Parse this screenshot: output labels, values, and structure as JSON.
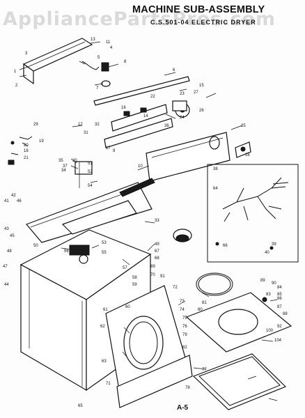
{
  "header": {
    "watermark": "AppliancePartsPros.com",
    "title": "MACHINE SUB-ASSEMBLY",
    "subtitle": "C.S.501-04  ELECTRIC DRYER"
  },
  "footer": {
    "page_label": "A-5"
  },
  "callouts": [
    {
      "id": "c1",
      "label": "1"
    },
    {
      "id": "c2",
      "label": "2"
    },
    {
      "id": "c3",
      "label": "3"
    },
    {
      "id": "c4",
      "label": "4"
    },
    {
      "id": "c5",
      "label": "5"
    },
    {
      "id": "c6",
      "label": "6"
    },
    {
      "id": "c7",
      "label": "7"
    },
    {
      "id": "c8",
      "label": "8"
    },
    {
      "id": "c9",
      "label": "9"
    },
    {
      "id": "c10",
      "label": "10"
    },
    {
      "id": "c11",
      "label": "11"
    },
    {
      "id": "c12",
      "label": "12"
    },
    {
      "id": "c13",
      "label": "13"
    },
    {
      "id": "c14",
      "label": "14"
    },
    {
      "id": "c15",
      "label": "15"
    },
    {
      "id": "c16",
      "label": "16"
    },
    {
      "id": "c17",
      "label": "17"
    },
    {
      "id": "c18",
      "label": "18"
    },
    {
      "id": "c19",
      "label": "19"
    },
    {
      "id": "c20",
      "label": "20"
    },
    {
      "id": "c21",
      "label": "21"
    },
    {
      "id": "c22",
      "label": "22"
    },
    {
      "id": "c23",
      "label": "23"
    },
    {
      "id": "c24",
      "label": "24"
    },
    {
      "id": "c25",
      "label": "25"
    },
    {
      "id": "c26",
      "label": "26"
    },
    {
      "id": "c27",
      "label": "27"
    },
    {
      "id": "c28",
      "label": "28"
    },
    {
      "id": "c29",
      "label": "29"
    },
    {
      "id": "c30",
      "label": "30"
    },
    {
      "id": "c31",
      "label": "31"
    },
    {
      "id": "c32",
      "label": "32"
    },
    {
      "id": "c33",
      "label": "33"
    },
    {
      "id": "c34",
      "label": "34"
    },
    {
      "id": "c35",
      "label": "35"
    },
    {
      "id": "c36",
      "label": "36"
    },
    {
      "id": "c37",
      "label": "37"
    },
    {
      "id": "c38",
      "label": "38"
    },
    {
      "id": "c39",
      "label": "39"
    },
    {
      "id": "c40",
      "label": "40"
    },
    {
      "id": "c41",
      "label": "41"
    },
    {
      "id": "c42",
      "label": "42"
    },
    {
      "id": "c43",
      "label": "43"
    },
    {
      "id": "c44",
      "label": "44"
    },
    {
      "id": "c45",
      "label": "45"
    },
    {
      "id": "c46",
      "label": "46"
    },
    {
      "id": "c47",
      "label": "47"
    },
    {
      "id": "c48",
      "label": "48"
    },
    {
      "id": "c49",
      "label": "49"
    },
    {
      "id": "c50",
      "label": "50"
    },
    {
      "id": "c51",
      "label": "51"
    },
    {
      "id": "c52",
      "label": "52"
    },
    {
      "id": "c53",
      "label": "53"
    },
    {
      "id": "c54",
      "label": "54"
    },
    {
      "id": "c55",
      "label": "55"
    },
    {
      "id": "c56",
      "label": "56"
    },
    {
      "id": "c57",
      "label": "57"
    },
    {
      "id": "c58",
      "label": "58"
    },
    {
      "id": "c59",
      "label": "59"
    },
    {
      "id": "c60",
      "label": "60"
    },
    {
      "id": "c61",
      "label": "61"
    },
    {
      "id": "c62",
      "label": "62"
    },
    {
      "id": "c63",
      "label": "63"
    },
    {
      "id": "c64",
      "label": "64"
    },
    {
      "id": "c65",
      "label": "65"
    },
    {
      "id": "c66",
      "label": "66"
    },
    {
      "id": "c67",
      "label": "67"
    },
    {
      "id": "c68",
      "label": "68"
    },
    {
      "id": "c69",
      "label": "69"
    },
    {
      "id": "c70",
      "label": "70"
    },
    {
      "id": "c71",
      "label": "71"
    },
    {
      "id": "c72",
      "label": "72"
    },
    {
      "id": "c73",
      "label": "73"
    },
    {
      "id": "c74",
      "label": "74"
    },
    {
      "id": "c75",
      "label": "75"
    },
    {
      "id": "c76",
      "label": "76"
    },
    {
      "id": "c77",
      "label": "77"
    },
    {
      "id": "c78",
      "label": "78"
    },
    {
      "id": "c79",
      "label": "79"
    },
    {
      "id": "c80",
      "label": "80"
    },
    {
      "id": "c81",
      "label": "81"
    },
    {
      "id": "c82",
      "label": "82"
    },
    {
      "id": "c83",
      "label": "83"
    },
    {
      "id": "c84",
      "label": "84"
    },
    {
      "id": "c85",
      "label": "85"
    },
    {
      "id": "c86",
      "label": "86"
    },
    {
      "id": "c87",
      "label": "87"
    },
    {
      "id": "c88",
      "label": "88"
    },
    {
      "id": "c89",
      "label": "89"
    },
    {
      "id": "c90",
      "label": "90"
    },
    {
      "id": "c91",
      "label": "91"
    },
    {
      "id": "c92",
      "label": "92"
    },
    {
      "id": "c100",
      "label": "100"
    },
    {
      "id": "c104",
      "label": "104"
    }
  ]
}
